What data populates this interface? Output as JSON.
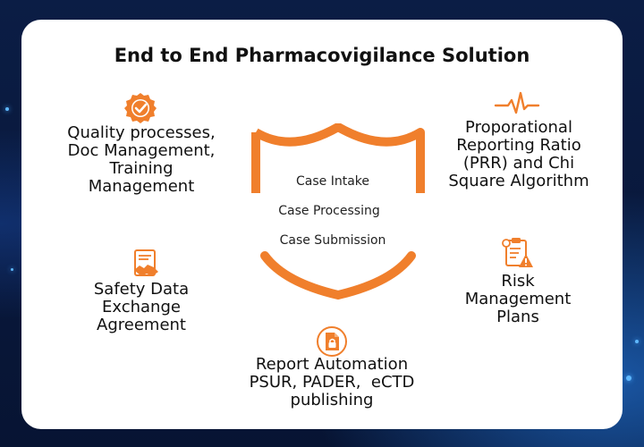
{
  "title": "End to End Pharmacovigilance Solution",
  "colors": {
    "accent": "#f07f2c",
    "background": "#0a1a3c",
    "card": "#ffffff"
  },
  "shield_items": [
    "Case Intake",
    "Case Processing",
    "Case Submission"
  ],
  "nodes": {
    "quality": {
      "icon": "badge-check-icon",
      "lines": [
        "Quality processes,",
        "Doc Management,",
        "Training",
        "Management"
      ]
    },
    "prr": {
      "icon": "pulse-icon",
      "lines": [
        "Proporational",
        "Reporting Ratio",
        "(PRR) and Chi",
        "Square Algorithm"
      ]
    },
    "sdea": {
      "icon": "handshake-document-icon",
      "lines": [
        "Safety Data",
        "Exchange",
        "Agreement"
      ]
    },
    "rmp": {
      "icon": "clipboard-warning-icon",
      "lines": [
        "Risk",
        "Management",
        "Plans"
      ]
    },
    "report": {
      "icon": "locked-file-icon",
      "lines": [
        "Report Automation",
        "PSUR, PADER,  eCTD",
        "publishing"
      ]
    }
  }
}
